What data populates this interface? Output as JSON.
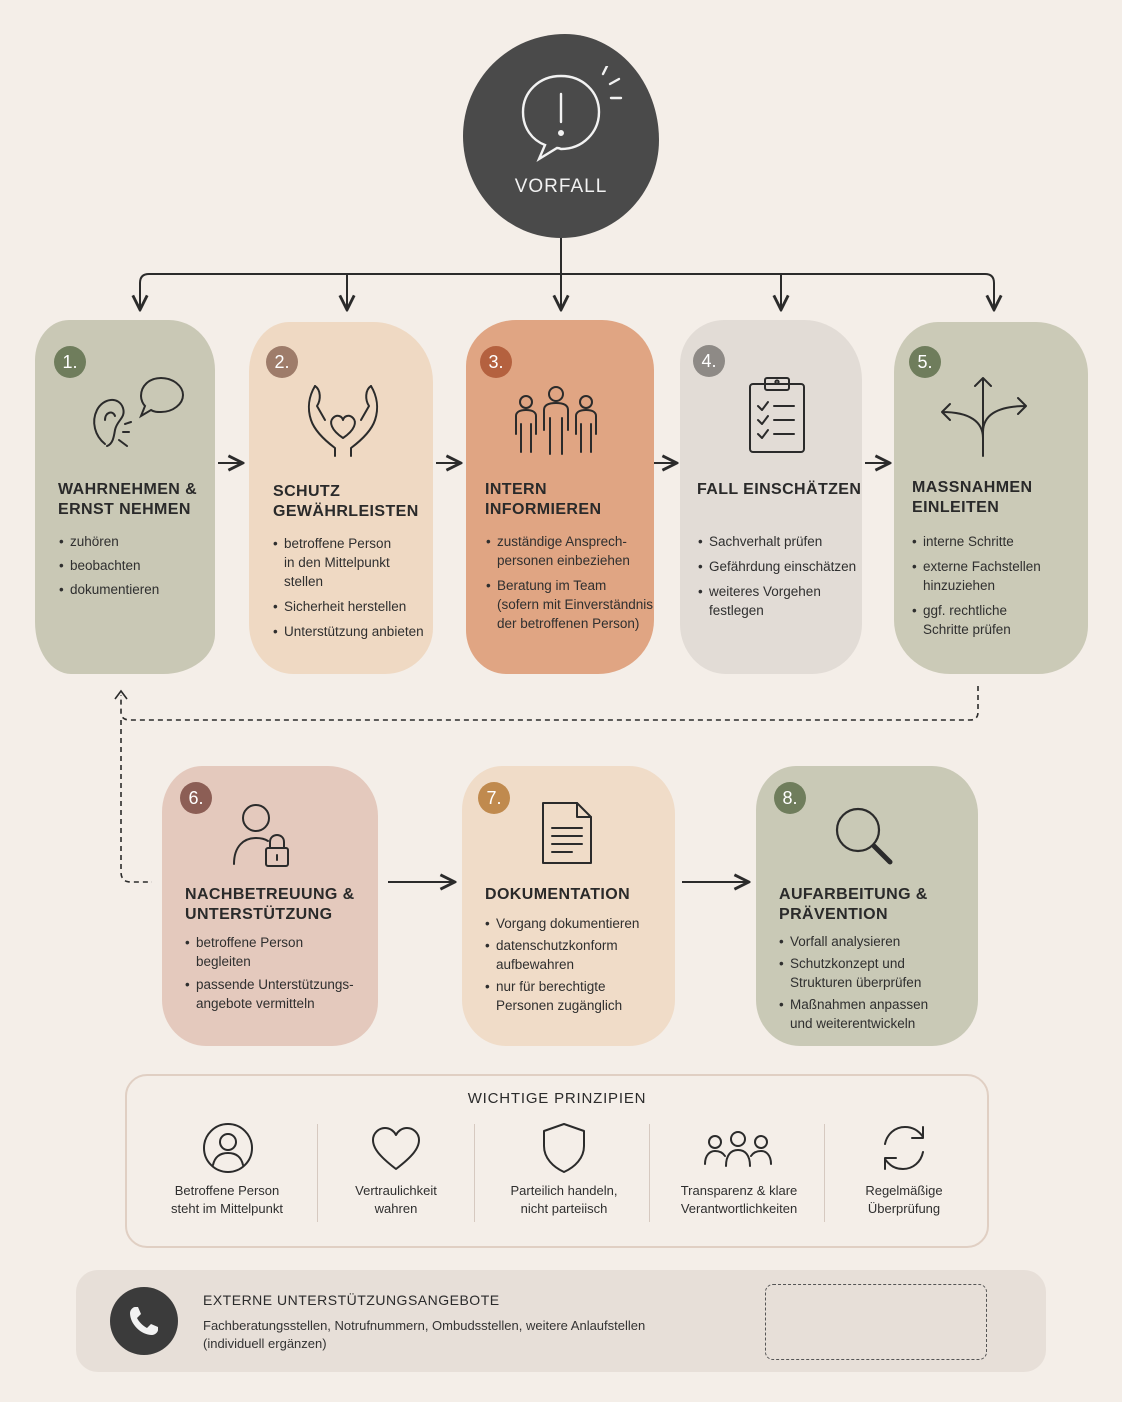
{
  "incident": {
    "label": "VORFALL"
  },
  "steps": [
    {
      "number": "1.",
      "title": "WAHRNEHMEN &\nERNST NEHMEN",
      "bullets": [
        "zuhören",
        "beobachten",
        "dokumentieren"
      ],
      "card_color": "#c9c8b5",
      "badge_color": "#6f7d5c"
    },
    {
      "number": "2.",
      "title": "SCHUTZ\nGEWÄHRLEISTEN",
      "bullets": [
        "betroffene Person\nin den Mittelpunkt\nstellen",
        "Sicherheit herstellen",
        "Unterstützung anbieten"
      ],
      "card_color": "#efd9c3",
      "badge_color": "#9e7c6a"
    },
    {
      "number": "3.",
      "title": "INTERN\nINFORMIEREN",
      "bullets": [
        "zuständige Ansprech-\npersonen einbeziehen",
        "Beratung im Team\n(sofern mit Einverständnis\nder betroffenen Person)"
      ],
      "card_color": "#e0a583",
      "badge_color": "#b4613f"
    },
    {
      "number": "4.",
      "title": "FALL EINSCHÄTZEN",
      "bullets": [
        "Sachverhalt prüfen",
        "Gefährdung einschätzen",
        "weiteres Vorgehen\nfestlegen"
      ],
      "card_color": "#e2dcd6",
      "badge_color": "#8e8a86"
    },
    {
      "number": "5.",
      "title": "MASSNAHMEN\nEINLEITEN",
      "bullets": [
        "interne Schritte",
        "externe Fachstellen\nhinzuziehen",
        "ggf. rechtliche\nSchritte prüfen"
      ],
      "card_color": "#cbcab7",
      "badge_color": "#6f7d5c"
    },
    {
      "number": "6.",
      "title": "NACHBETREUUNG &\nUNTERSTÜTZUNG",
      "bullets": [
        "betroffene Person\nbegleiten",
        "passende Unterstützungs-\nangebote vermitteln"
      ],
      "card_color": "#e4c9bd",
      "badge_color": "#8c5e55"
    },
    {
      "number": "7.",
      "title": "DOKUMENTATION",
      "bullets": [
        "Vorgang dokumentieren",
        "datenschutzkonform\naufbewahren",
        "nur für berechtigte\nPersonen zugänglich"
      ],
      "card_color": "#f0dcc8",
      "badge_color": "#c08a4e"
    },
    {
      "number": "8.",
      "title": "AUFARBEITUNG &\nPRÄVENTION",
      "bullets": [
        "Vorfall analysieren",
        "Schutzkonzept und\nStrukturen überprüfen",
        "Maßnahmen anpassen\nund weiterentwickeln"
      ],
      "card_color": "#c9c9b6",
      "badge_color": "#6f7d5c"
    }
  ],
  "principles": {
    "title": "WICHTIGE PRINZIPIEN",
    "items": [
      {
        "text": "Betroffene Person\nsteht im Mittelpunkt",
        "icon": "person-circle-icon"
      },
      {
        "text": "Vertraulichkeit\nwahren",
        "icon": "heart-icon"
      },
      {
        "text": "Parteilich handeln,\nnicht parteiisch",
        "icon": "shield-icon"
      },
      {
        "text": "Transparenz & klare\nVerantwortlichkeiten",
        "icon": "group-icon"
      },
      {
        "text": "Regelmäßige\nÜberprüfung",
        "icon": "refresh-icon"
      }
    ]
  },
  "external": {
    "title": "EXTERNE UNTERSTÜTZUNGSANGEBOTE",
    "text": "Fachberatungsstellen, Notrufnummern, Ombudsstellen, weitere Anlaufstellen\n(individuell ergänzen)",
    "icon": "phone-icon"
  }
}
